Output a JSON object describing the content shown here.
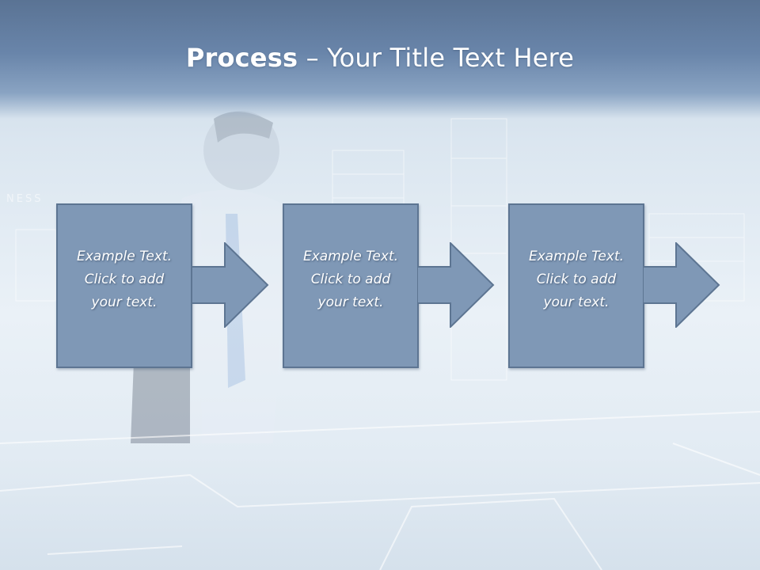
{
  "slide": {
    "title_bold": "Process",
    "title_rest": " – Your Title Text Here",
    "faint_background_text": "NESS"
  },
  "steps": [
    {
      "line1": "Example Text.",
      "line2": "Click  to add",
      "line3": "your text."
    },
    {
      "line1": "Example Text.",
      "line2": "Click  to add",
      "line3": "your text."
    },
    {
      "line1": "Example Text.",
      "line2": "Click  to add",
      "line3": "your text."
    }
  ],
  "colors": {
    "title_band": "#6985aa",
    "box_fill": "#7f98b6",
    "box_border": "#5d7592",
    "text": "#ffffff"
  }
}
